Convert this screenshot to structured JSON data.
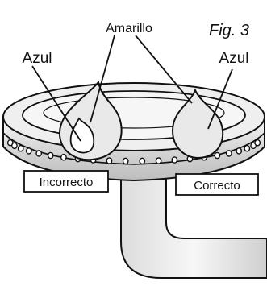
{
  "figure": {
    "label": "Fig. 3"
  },
  "labels": {
    "top": "Amarillo",
    "left_blue": "Azul",
    "right_blue": "Azul"
  },
  "boxes": {
    "incorrect": "Incorrecto",
    "correct": "Correcto"
  },
  "colors": {
    "line": "#111111",
    "metal_light": "#f2f2f2",
    "metal_mid": "#d9d9d9",
    "metal_dark": "#bdbdbd",
    "flame_fill": "#e6e6e6",
    "background": "#ffffff"
  }
}
